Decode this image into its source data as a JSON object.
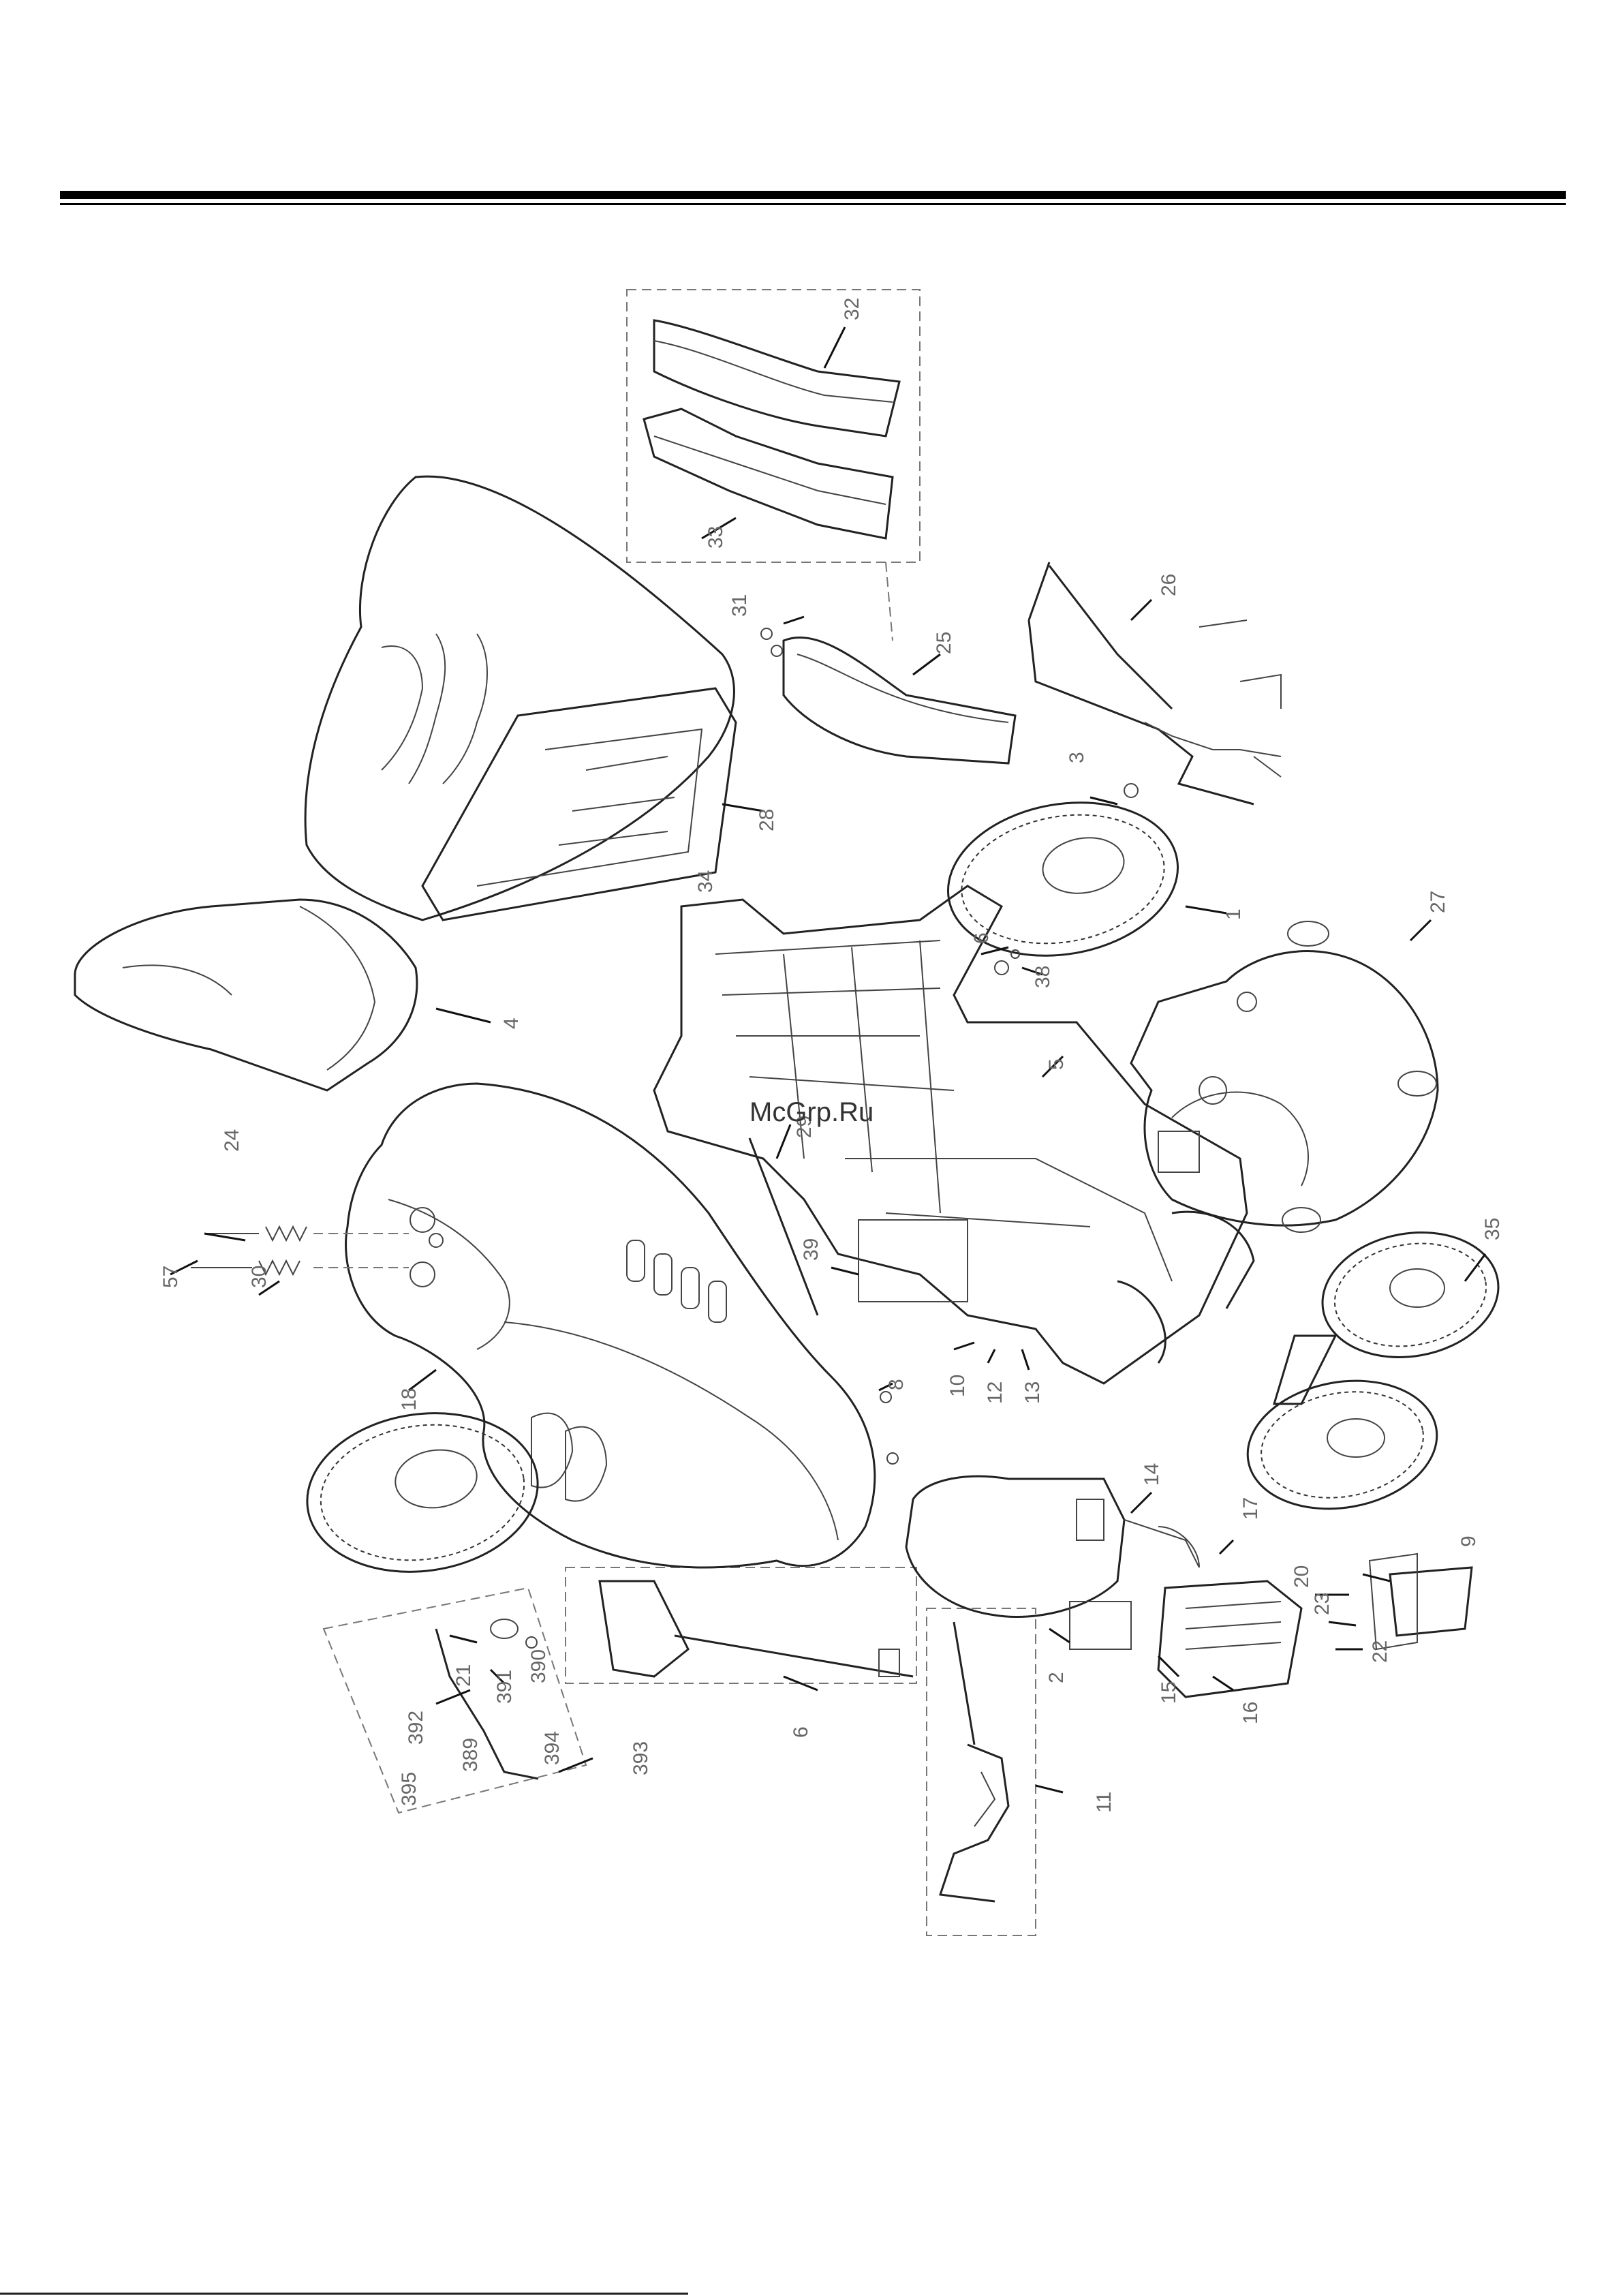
{
  "watermark": "McGrp.Ru",
  "callouts": [
    "32",
    "33",
    "31",
    "25",
    "26",
    "3",
    "28",
    "4",
    "1",
    "6",
    "38",
    "5",
    "27",
    "24",
    "57",
    "30",
    "29",
    "39",
    "35",
    "18",
    "8",
    "10",
    "12",
    "13",
    "14",
    "17",
    "9",
    "20",
    "23",
    "22",
    "21",
    "391",
    "390",
    "392",
    "389",
    "394",
    "395",
    "393",
    "6",
    "2",
    "15",
    "16",
    "11",
    "34"
  ]
}
